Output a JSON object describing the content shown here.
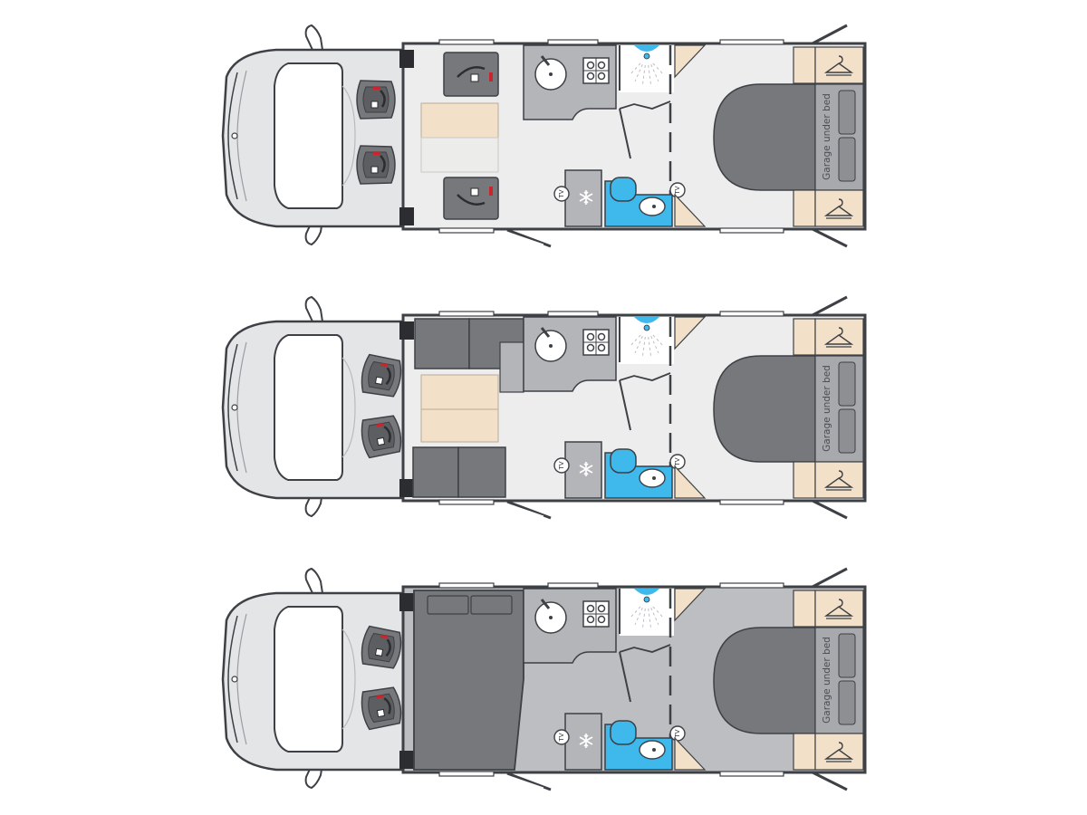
{
  "labels": {
    "garage": "Garage under bed",
    "tv": "TV"
  },
  "icons": {
    "snowflake": "snowflake-icon",
    "hanger": "hanger-icon",
    "hob": "hob-icon",
    "sink": "sink-icon",
    "shower": "shower-icon",
    "toilet": "toilet-icon",
    "seat": "seat-icon",
    "tv": "tv-icon"
  },
  "layouts": [
    {
      "id": "layout-a",
      "lounge": "face-to-face-seats",
      "floor": "light"
    },
    {
      "id": "layout-b",
      "lounge": "sofas",
      "floor": "light"
    },
    {
      "id": "layout-c",
      "lounge": "drop-down-bed",
      "floor": "dark"
    }
  ],
  "colors": {
    "outline": "#3d4045",
    "body_fill": "#d9dadc",
    "floor_light": "#ededee",
    "floor_dark": "#bdbec1",
    "cab_fill": "#e4e5e7",
    "dark_grey": "#77787b",
    "mid_grey": "#a7a9ac",
    "unit_grey": "#b3b5b8",
    "table_beige": "#f2e1c8",
    "wardrobe_beige": "#f2e1c8",
    "bathroom_blue": "#3fb8ec",
    "red_accent": "#c9252c"
  }
}
